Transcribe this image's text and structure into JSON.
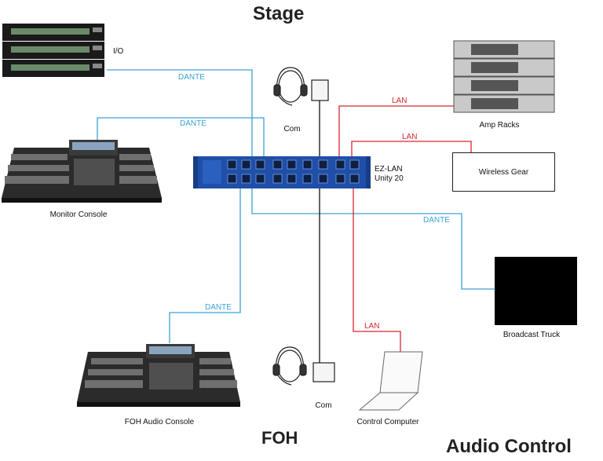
{
  "zones": {
    "stage": "Stage",
    "foh": "FOH",
    "audio_control": "Audio Control"
  },
  "devices": {
    "io": "I/O",
    "monitor_console": "Monitor Console",
    "ezlan_line1": "EZ-LAN",
    "ezlan_line2": "Unity 20",
    "com_top": "Com",
    "com_bottom": "Com",
    "amp_racks": "Amp Racks",
    "wireless_gear": "Wireless Gear",
    "broadcast_truck": "Broadcast Truck",
    "foh_audio_console": "FOH Audio Console",
    "control_computer": "Control Computer"
  },
  "connections": {
    "dante_io": "DANTE",
    "dante_monitor": "DANTE",
    "dante_foh": "DANTE",
    "dante_broadcast": "DANTE",
    "lan_amp": "LAN",
    "lan_wireless": "LAN",
    "lan_computer": "LAN"
  },
  "colors": {
    "dante": "#3aa2d6",
    "lan": "#d8262e",
    "com": "#111111",
    "switch_body": "#1f4fa8"
  }
}
